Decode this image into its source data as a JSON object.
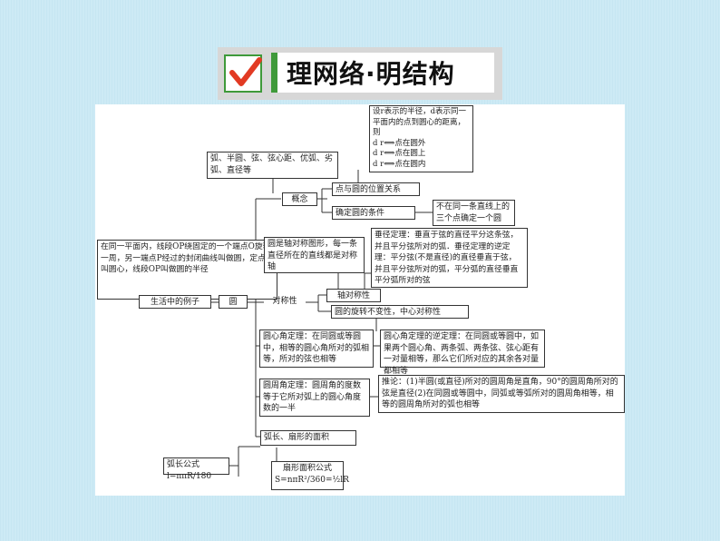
{
  "header": {
    "title": "理网络·明结构"
  },
  "colors": {
    "accent": "#3f9a3a",
    "check": "#e23a23"
  },
  "nodes": {
    "defs_terms": "弧、半圆、弦、弦心距、优弧、劣弧、直径等",
    "point_circle_cond": "设r表示的半径，d表示同一平面内的点到圆心的距离，则\nd  r⟺点在圆外\nd  r⟺点在圆上\nd  r⟺点在圆内",
    "concept": "概念",
    "point_circle_rel": "点与圆的位置关系",
    "determine": "确定圆的条件",
    "three_points": "不在同一条直线上的三个点确定一个圆",
    "circle_def": "在同一平面内，线段OP绕固定的一个端点O旋转一周，另一端点P经过的封闭曲线叫做圆，定点O叫圆心，线段OP叫做圆的半径",
    "axis_sym_fig": "圆是轴对称图形，每一条直径所在的直线都是对称轴",
    "perp_chord": "垂径定理：垂直于弦的直径平分这条弦，并且平分弦所对的弧．垂径定理的逆定理：平分弦(不是直径)的直径垂直于弦，并且平分弦所对的弧，平分弧的直径垂直平分弧所对的弦",
    "life_example": "生活中的例子",
    "circle": "圆",
    "symmetry": "对称性",
    "axis_symmetry": "轴对称性",
    "rotation": "圆的旋转不变性，中心对称性",
    "central_angle": "圆心角定理：在同圆或等圆中，相等的圆心角所对的弧相等，所对的弦也相等",
    "central_angle_inverse": "圆心角定理的逆定理：在同圆或等圆中，如果两个圆心角、两条弧、两条弦、弦心距有一对量相等，那么它们所对应的其余各对量都相等",
    "inscribed_angle": "圆周角定理：圆周角的度数等于它所对弧上的圆心角度数的一半",
    "inference": "推论：(1)半圆(或直径)所对的圆周角是直角，90°的圆周角所对的弦是直径(2)在同圆或等圆中，同弧或等弧所对的圆周角相等，相等的圆周角所对的弧也相等",
    "arc_sector": "弧长、扇形的面积",
    "arc_length": "弧长公式l=nπR/180",
    "sector_area": "扇形面积公式\nS=nπR²/360=½lR"
  }
}
